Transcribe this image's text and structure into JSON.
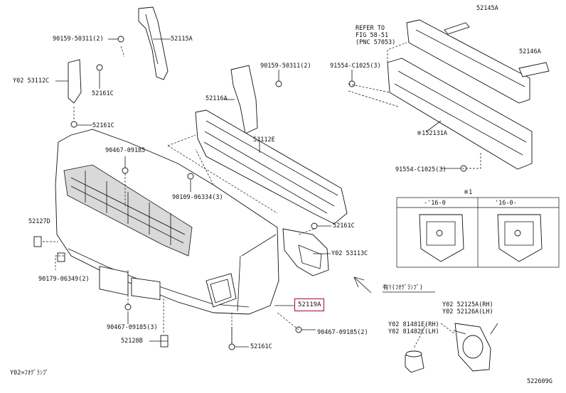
{
  "labels": {
    "p52115A": "52115A",
    "p90159_top": "90159-50311(2)",
    "p52145A": "52145A",
    "refer1": "REFER TO",
    "refer2": "FIG 58-51",
    "refer3": "(PNC 57053)",
    "p52146A": "52146A",
    "pY02_53112C": "Y02 53112C",
    "p52161C_a": "52161C",
    "p90159_mid": "90159-50311(2)",
    "p91554_top": "91554-C1025(3)",
    "p52116A": "52116A",
    "p52161C_b": "52161C",
    "p53112E": "53112E",
    "p52131A": "※152131A",
    "p90467_a": "90467-09185",
    "p91554_bot": "91554-C1025(3)",
    "p90109": "90109-06334(3)",
    "note_mark": "※1",
    "col1": "-'16-0",
    "col2": "'16-0-",
    "p52127D": "52127D",
    "p52161C_c": "52161C",
    "pY02_53113C": "Y02 53113C",
    "p90179": "90179-06349(2)",
    "fog_note": "有ﾘ(ﾌｵｸﾞﾗﾝﾌﾟ)",
    "p52119A": "52119A",
    "p52125A": "Y02 52125A(RH)",
    "p52126A": "Y02 52126A(LH)",
    "p90467_b": "90467-09185(3)",
    "p90467_c": "90467-09185(2)",
    "p81481E": "Y02 81481E(RH)",
    "p81482C": "Y02 81482C(LH)",
    "p52128B": "52128B",
    "p52161C_d": "52161C",
    "footnote": "Y02=ﾌｵｸﾞﾗﾝﾌﾟ",
    "fig_id": "522609G"
  }
}
